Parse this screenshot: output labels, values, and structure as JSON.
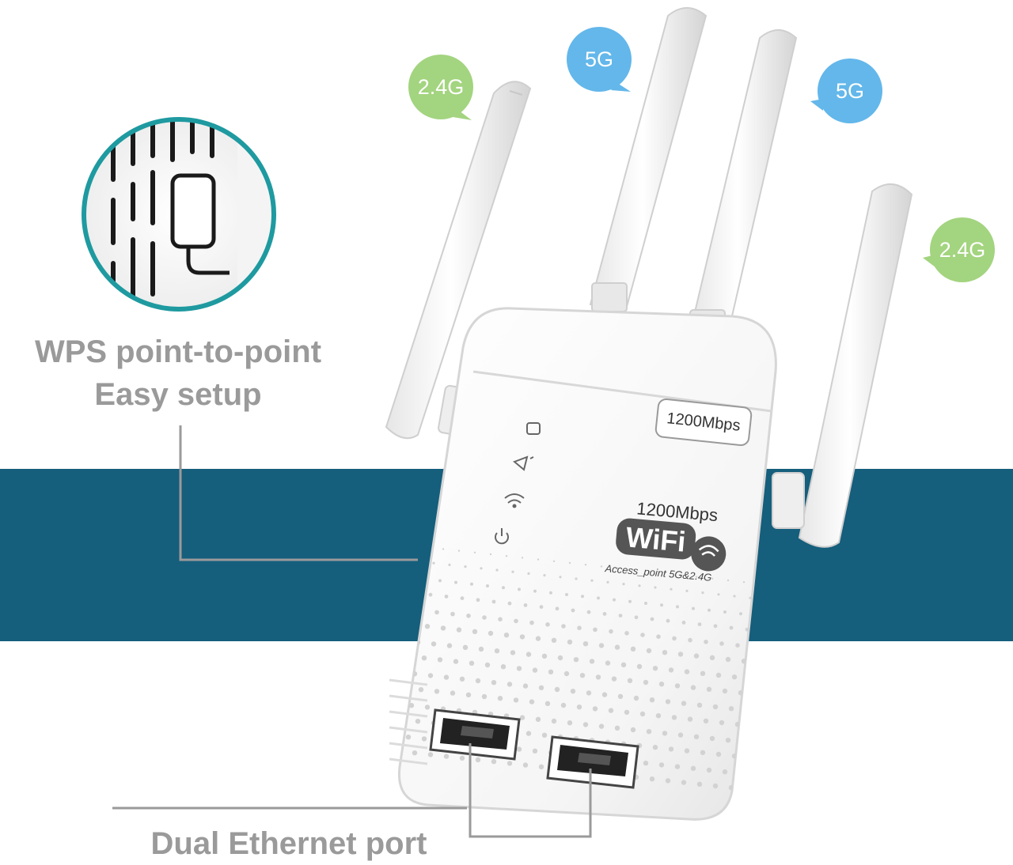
{
  "colors": {
    "band": "#155e7c",
    "bubble_2g": "#a3d47f",
    "bubble_5g": "#63b7ea",
    "callout_text": "#9a9a9a",
    "zoom_ring": "#1e9aa0"
  },
  "bubbles": [
    {
      "label": "2.4G",
      "color": "bubble_2g"
    },
    {
      "label": "5G",
      "color": "bubble_5g"
    },
    {
      "label": "5G",
      "color": "bubble_5g"
    },
    {
      "label": "2.4G",
      "color": "bubble_2g"
    }
  ],
  "callouts": {
    "wps_line1": "WPS point-to-point",
    "wps_line2": "Easy setup",
    "ethernet": "Dual Ethernet port"
  },
  "device": {
    "speed_badge": "1200Mbps",
    "speed_logo": "1200Mbps",
    "wifi_logo": "WiFi",
    "subtitle": "Access_point 5G&2.4G",
    "indicator_icons": [
      "ethernet-led-icon",
      "signal-led-icon",
      "wifi-led-icon",
      "power-led-icon"
    ]
  }
}
